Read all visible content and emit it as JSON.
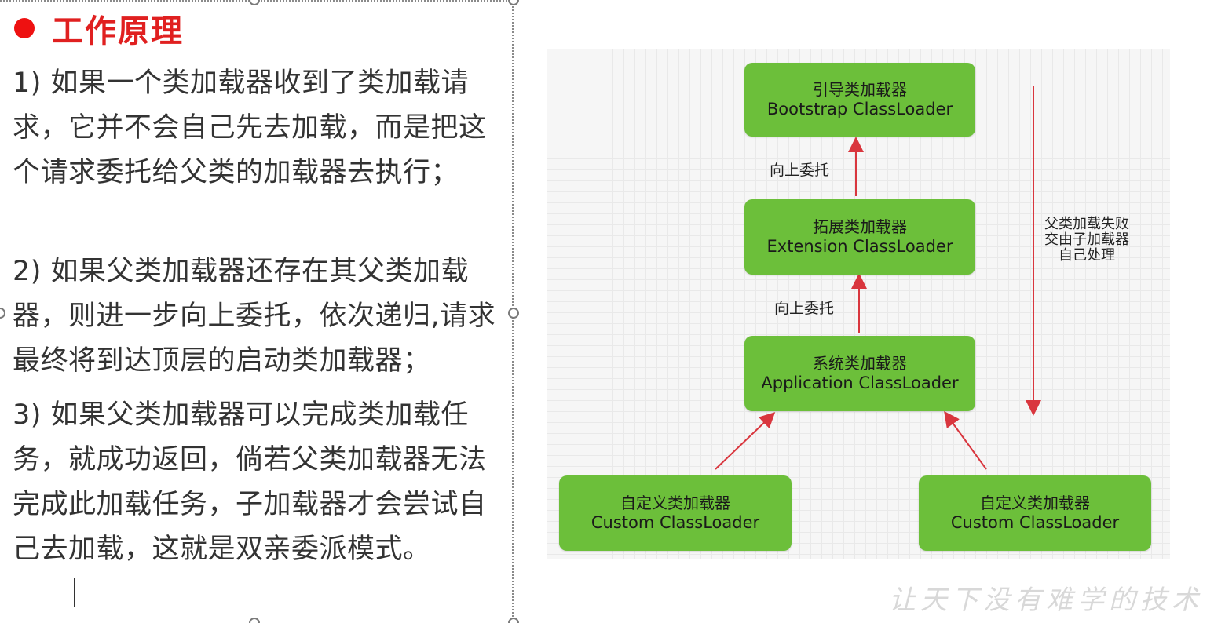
{
  "heading": {
    "title": "工作原理"
  },
  "paragraphs": [
    "1) 如果一个类加载器收到了类加载请求，它并不会自己先去加载，而是把这个请求委托给父类的加载器去执行；",
    "2) 如果父类加载器还存在其父类加载器，则进一步向上委托，依次递归,请求最终将到达顶层的启动类加载器；",
    "3) 如果父类加载器可以完成类加载任务，就成功返回，倘若父类加载器无法完成此加载任务，子加载器才会尝试自己去加载，这就是双亲委派模式。"
  ],
  "diagram": {
    "nodes": {
      "bootstrap": {
        "cn": "引导类加载器",
        "en": "Bootstrap ClassLoader"
      },
      "extension": {
        "cn": "拓展类加载器",
        "en": "Extension ClassLoader"
      },
      "application": {
        "cn": "系统类加载器",
        "en": "Application ClassLoader"
      },
      "custom_left": {
        "cn": "自定义类加载器",
        "en": "Custom ClassLoader"
      },
      "custom_right": {
        "cn": "自定义类加载器",
        "en": "Custom ClassLoader"
      }
    },
    "edge_labels": {
      "ext_to_boot": "向上委托",
      "app_to_ext": "向上委托"
    },
    "side_note": [
      "父类加载失败",
      "交由子加载器",
      "自己处理"
    ],
    "colors": {
      "node_fill": "#6cbf3a",
      "arrow": "#d9363e"
    }
  },
  "watermark": "让天下没有难学的技术",
  "colors": {
    "title": "#e02020",
    "bullet": "#ee1111",
    "body_text": "#333333"
  }
}
